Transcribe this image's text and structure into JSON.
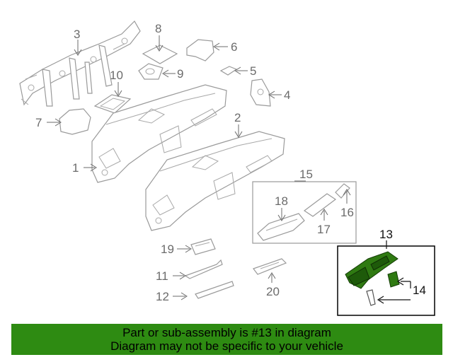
{
  "diagram": {
    "callouts": {
      "c1": "1",
      "c2": "2",
      "c3": "3",
      "c4": "4",
      "c5": "5",
      "c6": "6",
      "c7": "7",
      "c8": "8",
      "c9": "9",
      "c10": "10",
      "c11": "11",
      "c12": "12",
      "c13": "13",
      "c14": "14",
      "c15": "15",
      "c16": "16",
      "c17": "17",
      "c18": "18",
      "c19": "19",
      "c20": "20"
    },
    "highlighted_part": "13",
    "colors": {
      "highlight": "#2f7a12",
      "banner": "#2e8b12",
      "line": "#9a9a9a"
    }
  },
  "banner": {
    "line1": "Part or sub-assembly is #13 in diagram",
    "line2": "Diagram may not be specific to your vehicle"
  }
}
